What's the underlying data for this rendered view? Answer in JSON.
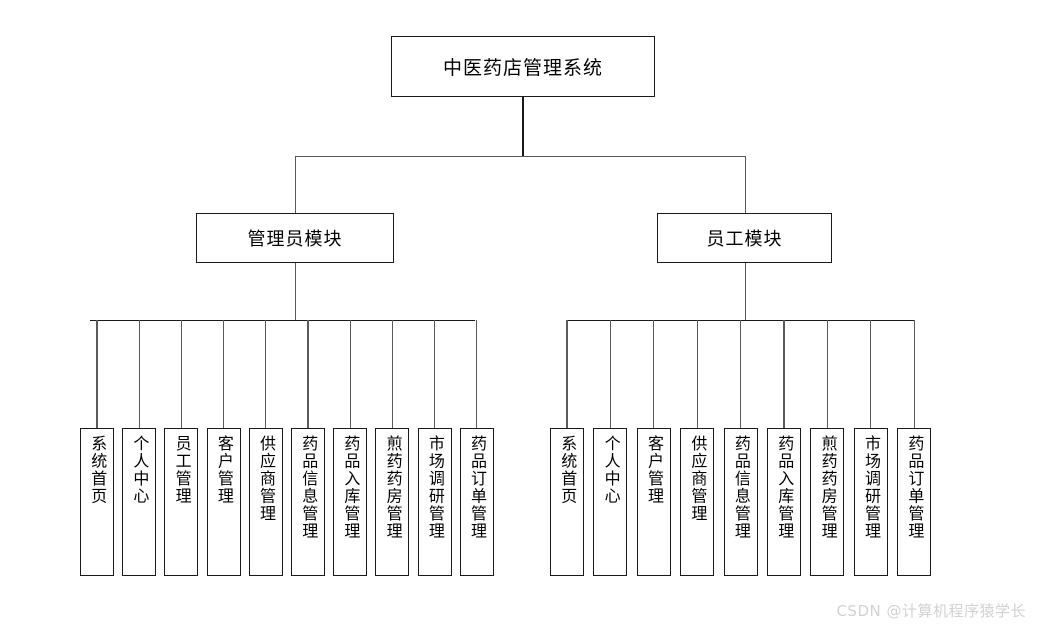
{
  "diagram": {
    "title": "中医药店管理系统",
    "root": {
      "label": "中医药店管理系统"
    },
    "modules": [
      {
        "label": "管理员模块"
      },
      {
        "label": "员工模块"
      }
    ],
    "admin_leaves": [
      {
        "label": "系统首页"
      },
      {
        "label": "个人中心"
      },
      {
        "label": "员工管理"
      },
      {
        "label": "客户管理"
      },
      {
        "label": "供应商管理"
      },
      {
        "label": "药品信息管理"
      },
      {
        "label": "药品入库管理"
      },
      {
        "label": "煎药药房管理"
      },
      {
        "label": "市场调研管理"
      },
      {
        "label": "药品订单管理"
      }
    ],
    "staff_leaves": [
      {
        "label": "系统首页"
      },
      {
        "label": "个人中心"
      },
      {
        "label": "客户管理"
      },
      {
        "label": "供应商管理"
      },
      {
        "label": "药品信息管理"
      },
      {
        "label": "药品入库管理"
      },
      {
        "label": "煎药药房管理"
      },
      {
        "label": "市场调研管理"
      },
      {
        "label": "药品订单管理"
      }
    ],
    "colors": {
      "box_border": "#1a1a1a",
      "connector": "#5a5a5a",
      "background": "#ffffff",
      "watermark": "#d2d2d2"
    }
  },
  "watermark": {
    "text": "CSDN @计算机程序猿学长"
  }
}
